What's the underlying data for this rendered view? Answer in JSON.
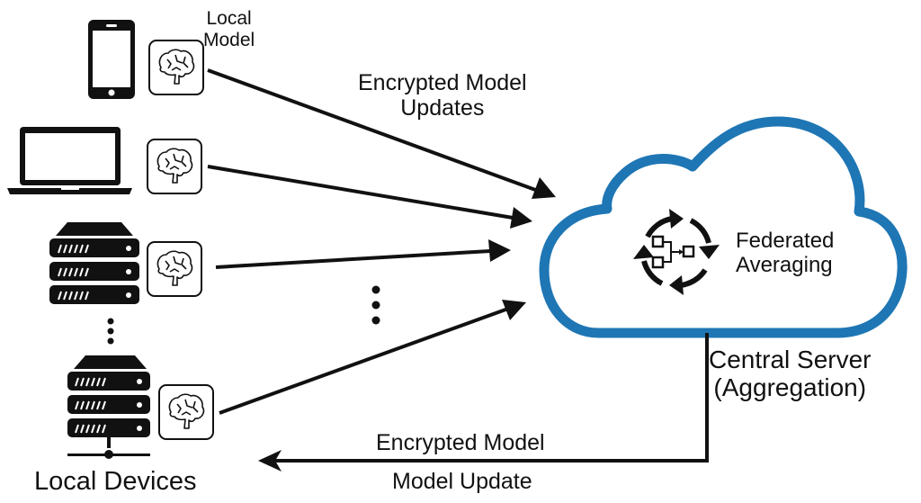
{
  "labels": {
    "local_model": "Local\nModel",
    "local_model_line1": "Local",
    "local_model_line2": "Model",
    "encrypted_updates_line1": "Encrypted Model",
    "encrypted_updates_line2": "Updates",
    "federated_line1": "Federated",
    "federated_line2": "Averaging",
    "central_server_line1": "Central Server",
    "central_server_line2": "(Aggregation)",
    "return_top": "Encrypted Model",
    "return_bottom": "Model Update",
    "local_devices": "Local Devices"
  },
  "devices": [
    {
      "type": "smartphone",
      "icon": "smartphone-icon",
      "model_icon": "brain-icon"
    },
    {
      "type": "laptop",
      "icon": "laptop-icon",
      "model_icon": "brain-icon"
    },
    {
      "type": "server",
      "icon": "server-icon",
      "model_icon": "brain-icon"
    },
    {
      "type": "server",
      "icon": "server-network-icon",
      "model_icon": "brain-icon"
    }
  ],
  "colors": {
    "cloud_stroke": "#1f76b4",
    "ink": "#111111",
    "background": "#ffffff"
  }
}
